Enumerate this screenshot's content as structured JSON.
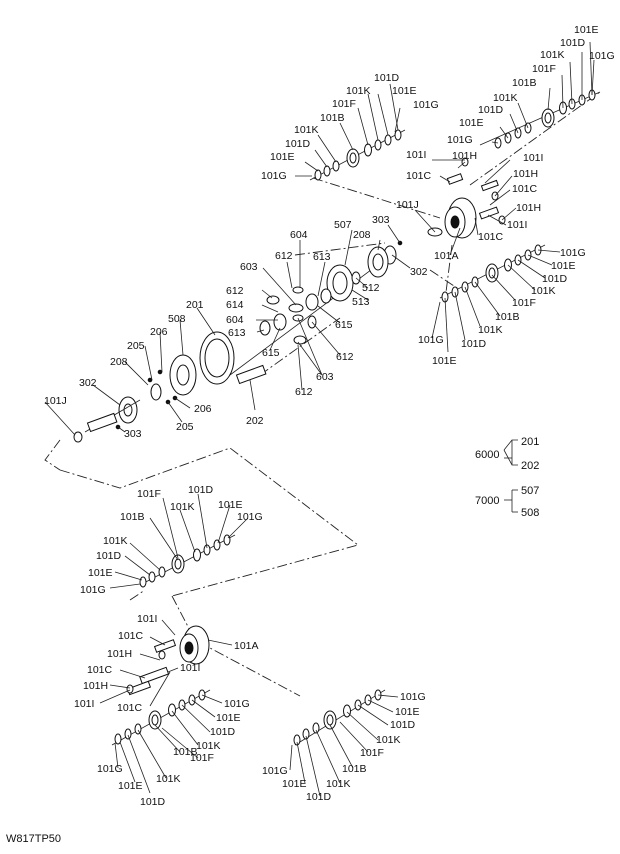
{
  "drawing_code": "W817TP50",
  "callouts": {
    "upper_right": {
      "top_bearing": [
        "101E",
        "101D",
        "101K",
        "101F",
        "101G",
        "101B"
      ],
      "middle_bearing": [
        "101K",
        "101D",
        "101E",
        "101G"
      ],
      "left_bearing": [
        "101D",
        "101K",
        "101E",
        "101F",
        "101G",
        "101B",
        "101K",
        "101D",
        "101E",
        "101G"
      ],
      "carrier": [
        "101I",
        "101H",
        "101C",
        "101I",
        "101H",
        "101C",
        "101H",
        "101C",
        "101I",
        "101J",
        "101A"
      ],
      "right_bearing": [
        "101G",
        "101E",
        "101D",
        "101K",
        "101F",
        "101B",
        "101K",
        "101D",
        "101E",
        "101G"
      ]
    },
    "differential": [
      "303",
      "208",
      "507",
      "302",
      "512",
      "513",
      "604",
      "613",
      "612",
      "603",
      "612",
      "614",
      "604",
      "615",
      "613",
      "615",
      "612",
      "603",
      "612",
      "201",
      "508",
      "206",
      "205",
      "208",
      "206",
      "205",
      "202",
      "302",
      "101J",
      "303"
    ],
    "lower": {
      "top_bearing": [
        "101F",
        "101D",
        "101K",
        "101E",
        "101G",
        "101B",
        "101K",
        "101D",
        "101E",
        "101G"
      ],
      "carrier": [
        "101I",
        "101C",
        "101A",
        "101H",
        "101I",
        "101C",
        "101H",
        "101I",
        "101C"
      ],
      "left_bearing": [
        "101G",
        "101E",
        "101D",
        "101K",
        "101F",
        "101B",
        "101K",
        "101G",
        "101E",
        "101D"
      ],
      "right_bearing": [
        "101G",
        "101E",
        "101D",
        "101K",
        "101F",
        "101B",
        "101G",
        "101E",
        "101K",
        "101D"
      ]
    }
  },
  "assemblies": [
    {
      "parent": "6000",
      "children": [
        "201",
        "202"
      ]
    },
    {
      "parent": "7000",
      "children": [
        "507",
        "508"
      ]
    }
  ]
}
